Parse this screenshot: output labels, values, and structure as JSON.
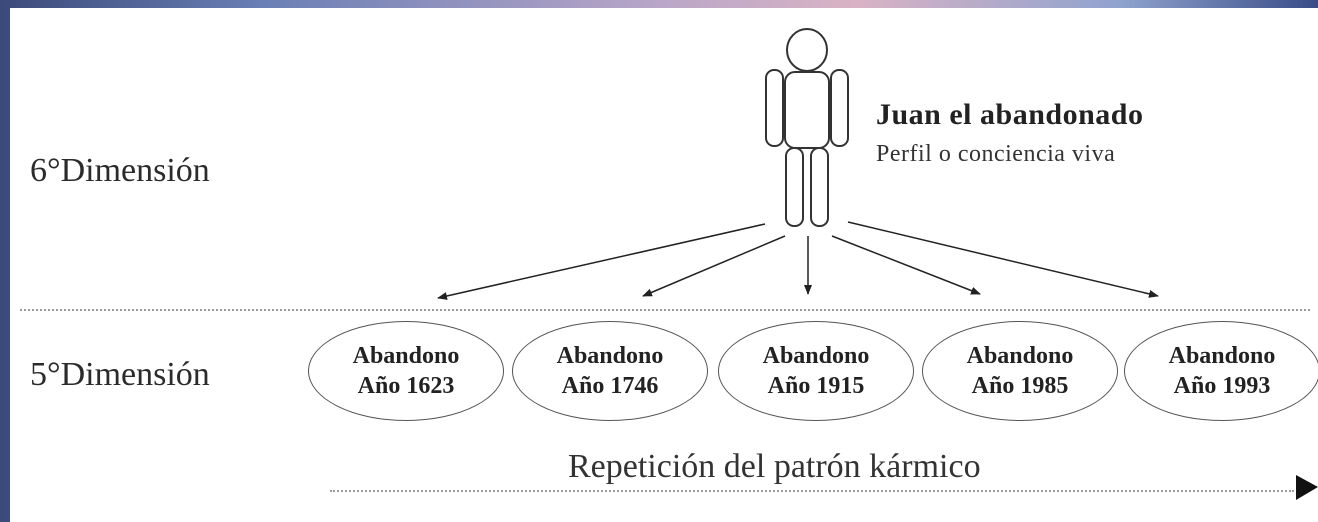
{
  "title": "Juan el abandonado",
  "subtitle": "Perfil o conciencia viva",
  "dimension_upper": "6°Dimensión",
  "dimension_lower": "5°Dimensión",
  "events": [
    {
      "label": "Abandono",
      "year": "Año 1623"
    },
    {
      "label": "Abandono",
      "year": "Año 1746"
    },
    {
      "label": "Abandono",
      "year": "Año 1915"
    },
    {
      "label": "Abandono",
      "year": "Año 1985"
    },
    {
      "label": "Abandono",
      "year": "Año 1993"
    }
  ],
  "footer": "Repetición del patrón kármico"
}
